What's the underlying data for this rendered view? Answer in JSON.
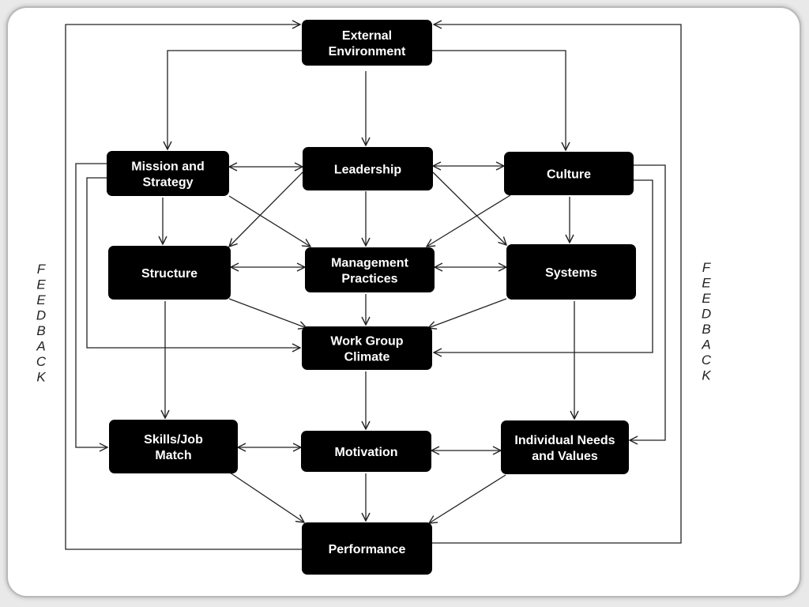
{
  "nodes": [
    {
      "id": "external",
      "lines": [
        "External",
        "Environment"
      ]
    },
    {
      "id": "mission",
      "lines": [
        "Mission and",
        "Strategy"
      ]
    },
    {
      "id": "leadership",
      "lines": [
        "Leadership"
      ]
    },
    {
      "id": "culture",
      "lines": [
        "Culture"
      ]
    },
    {
      "id": "structure",
      "lines": [
        "Structure"
      ]
    },
    {
      "id": "management",
      "lines": [
        "Management",
        "Practices"
      ]
    },
    {
      "id": "systems",
      "lines": [
        "Systems"
      ]
    },
    {
      "id": "workgroup",
      "lines": [
        "Work Group",
        "Climate"
      ]
    },
    {
      "id": "skills",
      "lines": [
        "Skills/Job",
        "Match"
      ]
    },
    {
      "id": "motivation",
      "lines": [
        "Motivation"
      ]
    },
    {
      "id": "needs",
      "lines": [
        "Individual Needs",
        "and Values"
      ]
    },
    {
      "id": "performance",
      "lines": [
        "Performance"
      ]
    }
  ],
  "feedback_label": "FEEDBACK"
}
